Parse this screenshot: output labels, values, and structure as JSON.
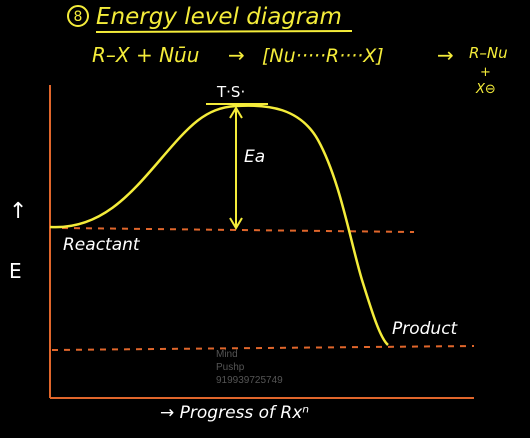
{
  "title": {
    "number": "8",
    "text": "Energy level diagram"
  },
  "reaction": {
    "reactants": "R–X + Nūu",
    "arrow1": "→",
    "transition_state": "[Nu·····R····X]",
    "arrow2": "→",
    "product_main": "R–Nu",
    "product_plus": "+",
    "product_leaving": "X⊖"
  },
  "labels": {
    "ts": "T·S·",
    "ea": "Ea",
    "reactant": "Reactant",
    "product": "Product",
    "y_axis": "E",
    "y_arrow": "↑",
    "x_axis": "→ Progress of Rxⁿ"
  },
  "watermark": {
    "line1": "Mind",
    "line2": "Pushp",
    "line3": "919939725749"
  },
  "colors": {
    "background": "#000000",
    "axis": "#e0662b",
    "dashed": "#e0662b",
    "curve": "#f4ec3a",
    "text": "#ffffff"
  }
}
